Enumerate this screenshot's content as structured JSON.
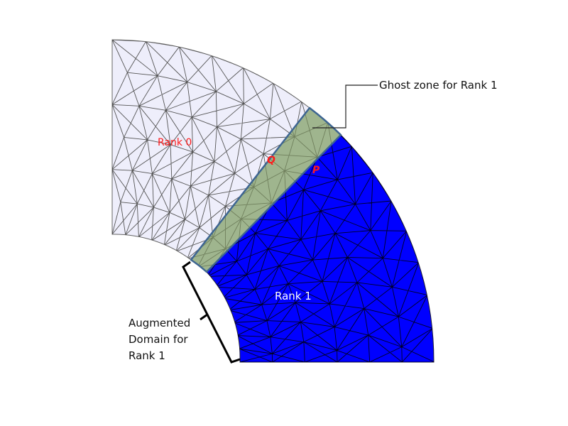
{
  "diagram": {
    "regions": {
      "rank0": {
        "label": "Rank 0",
        "fill": "#eeeefb",
        "mesh_color": "#555555"
      },
      "rank1": {
        "label": "Rank 1",
        "fill": "#0000ff",
        "mesh_color": "#000033"
      },
      "ghost_zone": {
        "fill": "#9fb58e",
        "border": "#3d6591"
      }
    },
    "points": {
      "q": "Q",
      "p": "P"
    },
    "annotations": {
      "ghost_zone_label": "Ghost zone for Rank 1",
      "augmented_line1": "Augmented",
      "augmented_line2": "Domain for",
      "augmented_line3": "Rank 1"
    },
    "colors": {
      "label_red": "#ff1a1a",
      "callout": "#000000"
    }
  }
}
